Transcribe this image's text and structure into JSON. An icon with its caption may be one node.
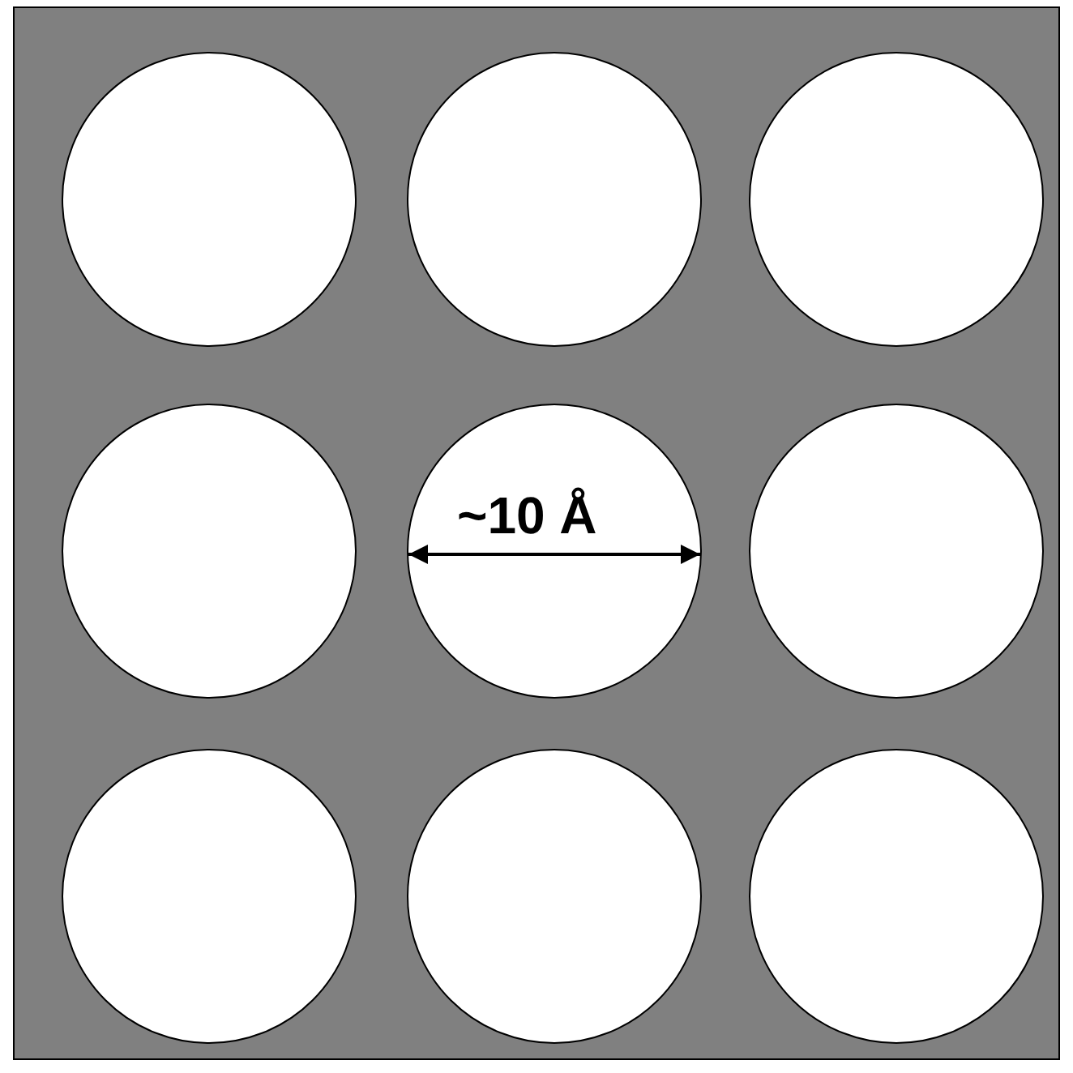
{
  "diagram": {
    "nodes": [
      {
        "text": [],
        "shape": "circle"
      },
      {
        "text": [],
        "shape": "circle"
      },
      {
        "text": [],
        "shape": "circle"
      },
      {
        "text": [],
        "shape": "circle"
      },
      {
        "text": [],
        "shape": "circle"
      },
      {
        "text": [],
        "shape": "circle"
      },
      {
        "text": [],
        "shape": "circle"
      },
      {
        "text": [],
        "shape": "circle"
      },
      {
        "text": [],
        "shape": "circle"
      }
    ],
    "labels": [
      "~10 Å"
    ]
  }
}
